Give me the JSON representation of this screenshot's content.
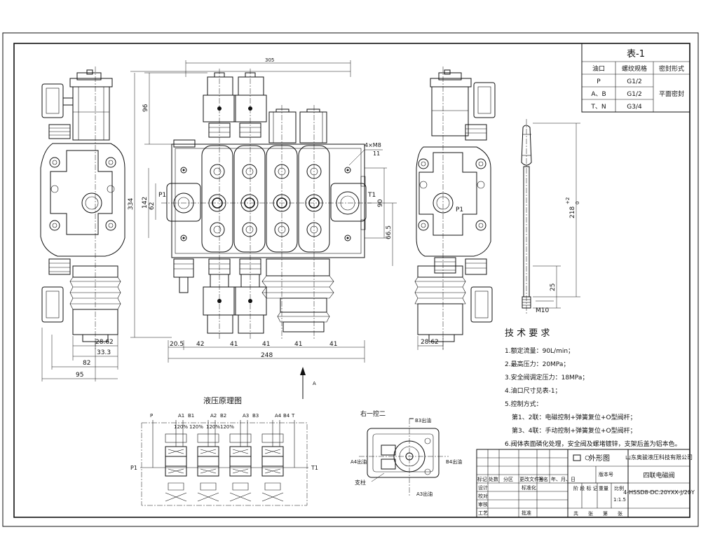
{
  "table1": {
    "title": "表-1",
    "headers": [
      "油口",
      "螺纹规格",
      "密封形式"
    ],
    "rows": [
      [
        "P",
        "G1/2"
      ],
      [
        "A、B",
        "G1/2"
      ],
      [
        "T、N",
        "G3/4"
      ]
    ],
    "seal": "平面密封"
  },
  "dims": {
    "top_width": "305",
    "top_height": "96",
    "height_334": "334",
    "d142": "142",
    "d62": "62",
    "d90": "90",
    "d665": "66.5",
    "d2862_left": "28.62",
    "d333": "33.3",
    "d82": "82",
    "d95": "95",
    "d205": "20.5",
    "d42": "42",
    "d41": "41",
    "d248": "248",
    "holes": "4×M8",
    "hole_depth": "11",
    "handle_len": "218",
    "handle_tol": "+2",
    "handle_tol2": "0",
    "d25": "25",
    "m10": "M10",
    "d2862_right": "28.62"
  },
  "port_labels": {
    "p1_front": "P1",
    "t1_front": "T1",
    "p1_side": "P1",
    "arrow_a": "A"
  },
  "tech": {
    "title": "技 术 要 求",
    "items": [
      "1.额定流量：90L/min；",
      "2.最高压力：20MPa；",
      "3.安全阀调定压力：18MPa；",
      "4.油口尺寸见表-1；",
      "5.控制方式：",
      "第1、2联：电磁控制+弹簧复位+O型阀杆；",
      "第3、4联：手动控制+弹簧复位+O型阀杆；",
      "6.阀体表面磷化处理，安全阀及螺堵镀锌，支架后盖为铝本色。"
    ]
  },
  "schematic": {
    "title": "液压原理图",
    "top_labels": [
      "P",
      "A1",
      "B1",
      "A2",
      "B2",
      "A3",
      "B3",
      "A4",
      "B4",
      "T"
    ],
    "relief": [
      "120%",
      "120%",
      "120%",
      "120%"
    ],
    "p1": "P1",
    "t1": "T1"
  },
  "control_view": {
    "title": "右一控二",
    "b3": "B3出油",
    "a4": "A4出油",
    "b4": "B4出油",
    "a3": "A3出油",
    "bracket": "支柱"
  },
  "title_block": {
    "company": "山东奥骏液压科技有限公司",
    "view_name": "外形图",
    "product": "四联电磁阀",
    "code": "4-HSSD8-DC.20YXX-J/20Y",
    "scale_label": "比例",
    "scale": "1:1.5",
    "weight_label": "重量",
    "stage_label": "阶 段 标 记",
    "version_label": "版本号",
    "sheets_label": "共　　张　　第　　张",
    "rev_headers": [
      "标记",
      "处数",
      "分区",
      "更改文件号",
      "签名",
      "年、月、日"
    ],
    "rows_left": [
      "设计",
      "校对",
      "审核",
      "工艺"
    ],
    "std_label": "标准化",
    "approve_label": "批准"
  }
}
